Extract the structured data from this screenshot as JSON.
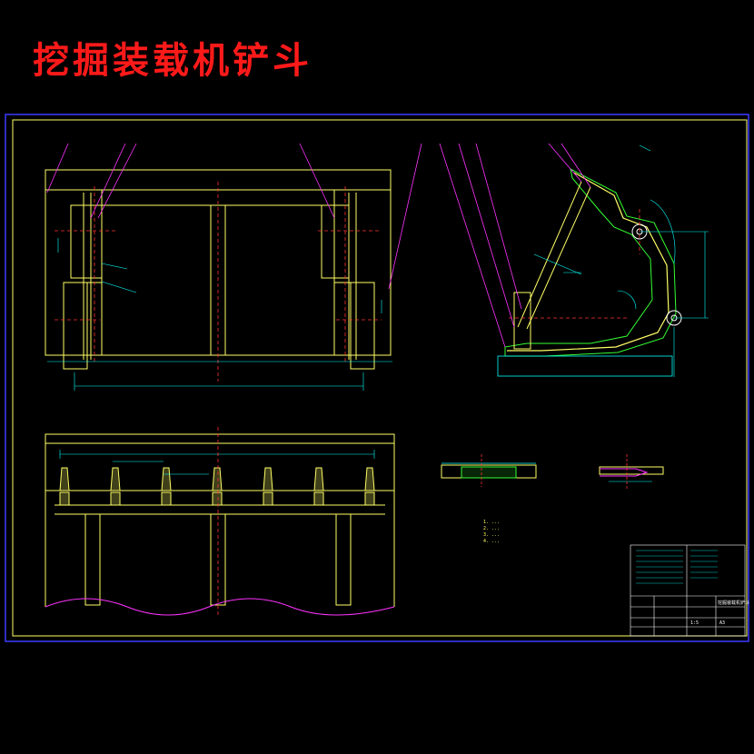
{
  "title": "挖掘装载机铲斗",
  "title_block": {
    "scale": "1:5",
    "sheet": "A3",
    "drawing_name": "挖掘装载机铲斗"
  },
  "notes": [
    "1. ...",
    "2. ...",
    "3. ...",
    "4. ..."
  ],
  "colors": {
    "background": "#000000",
    "frame": "#3b3bff",
    "outline": "#ffff66",
    "leader": "#ff33ff",
    "dimension": "#00ffff",
    "hidden": "#ff3333",
    "title": "#ff1a1a",
    "white": "#ffffff",
    "green": "#33ff33"
  }
}
